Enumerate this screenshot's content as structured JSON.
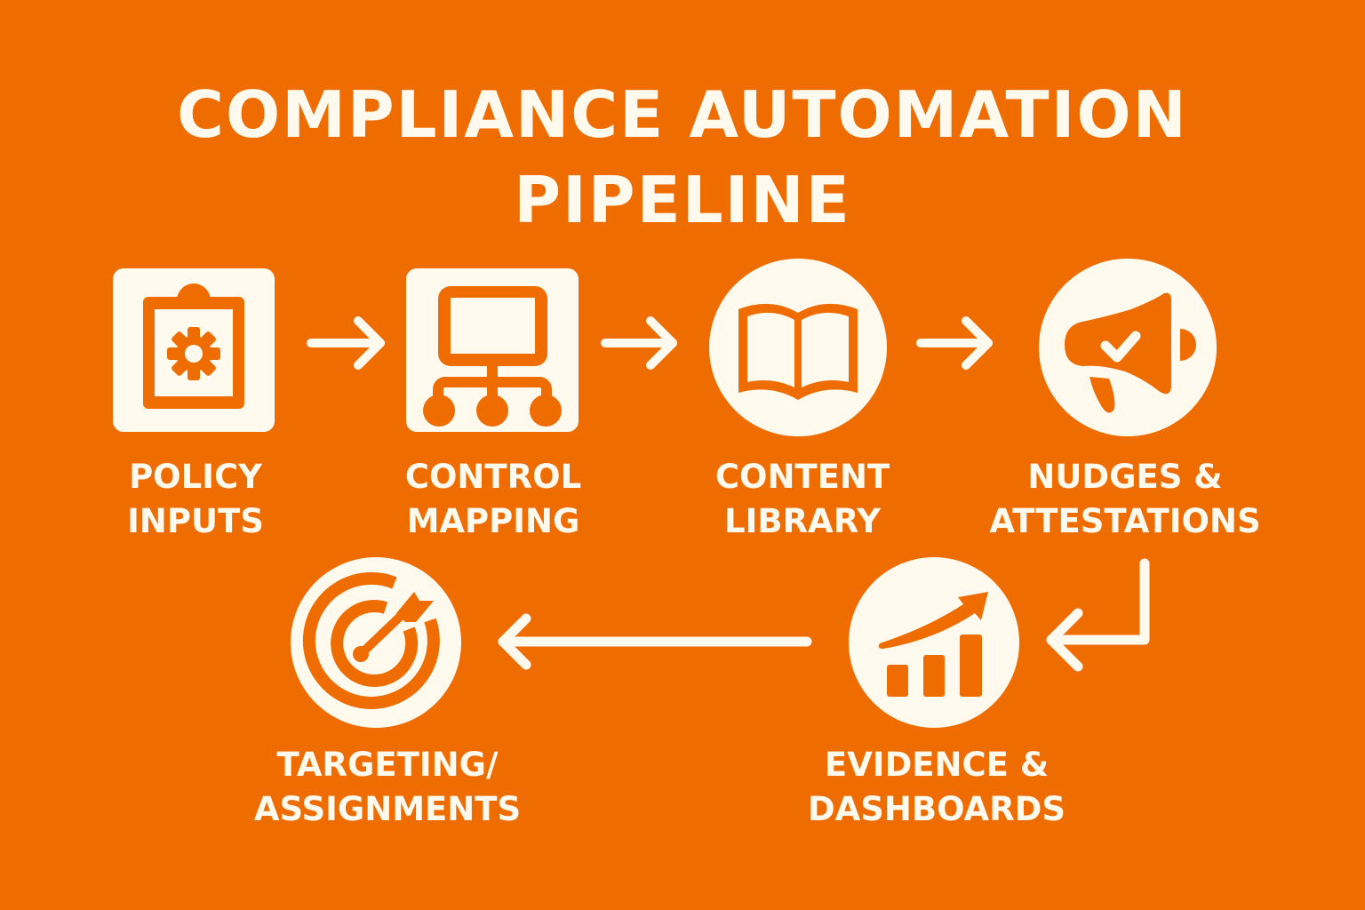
{
  "title": {
    "line1": "COMPLIANCE AUTOMATION",
    "line2": "PIPELINE"
  },
  "colors": {
    "background": "#EF6C00",
    "foreground": "#FFF9EE"
  },
  "steps": [
    {
      "id": "policy-inputs",
      "icon": "clipboard-gear-icon",
      "shape": "rounded-square",
      "line1": "POLICY",
      "line2": "INPUTS"
    },
    {
      "id": "control-mapping",
      "icon": "hierarchy-network-icon",
      "shape": "rounded-square",
      "line1": "CONTROL",
      "line2": "MAPPING"
    },
    {
      "id": "content-library",
      "icon": "open-book-icon",
      "shape": "circle",
      "line1": "CONTENT",
      "line2": "LIBRARY"
    },
    {
      "id": "nudges-attestations",
      "icon": "megaphone-check-icon",
      "shape": "circle",
      "line1": "NUDGES &",
      "line2": "ATTESTATIONS"
    },
    {
      "id": "evidence-dashboards",
      "icon": "bar-chart-trend-icon",
      "shape": "circle",
      "line1": "EVIDENCE &",
      "line2": "DASHBOARDS"
    },
    {
      "id": "targeting-assignments",
      "icon": "target-arrow-icon",
      "shape": "circle",
      "line1": "TARGETING/",
      "line2": "ASSIGNMENTS"
    }
  ],
  "connections": [
    {
      "from": "policy-inputs",
      "to": "control-mapping"
    },
    {
      "from": "control-mapping",
      "to": "content-library"
    },
    {
      "from": "content-library",
      "to": "nudges-attestations"
    },
    {
      "from": "nudges-attestations",
      "to": "evidence-dashboards"
    },
    {
      "from": "evidence-dashboards",
      "to": "targeting-assignments"
    }
  ]
}
